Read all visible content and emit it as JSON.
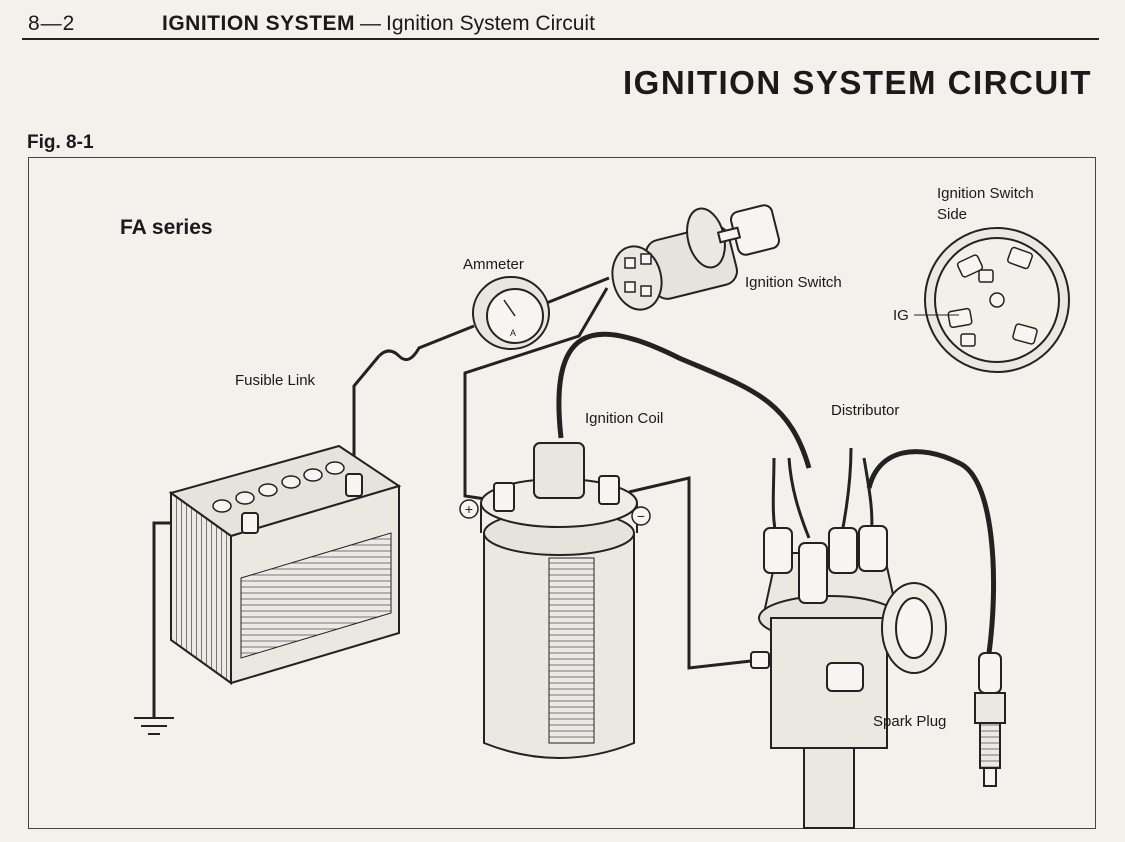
{
  "header": {
    "page_number": "8—2",
    "section": "IGNITION SYSTEM",
    "separator": "—",
    "subsection": "Ignition System Circuit"
  },
  "title": "IGNITION SYSTEM CIRCUIT",
  "figure": {
    "label": "Fig. 8-1",
    "series": "FA series",
    "labels": {
      "ammeter": "Ammeter",
      "ammeter_face": "A",
      "ignition_switch": "Ignition Switch",
      "switch_side_line1": "Ignition Switch",
      "switch_side_line2": "Side",
      "ig": "IG",
      "fusible_link": "Fusible Link",
      "ignition_coil": "Ignition Coil",
      "distributor": "Distributor",
      "spark_plug": "Spark Plug",
      "plus": "+",
      "minus": "−"
    }
  }
}
